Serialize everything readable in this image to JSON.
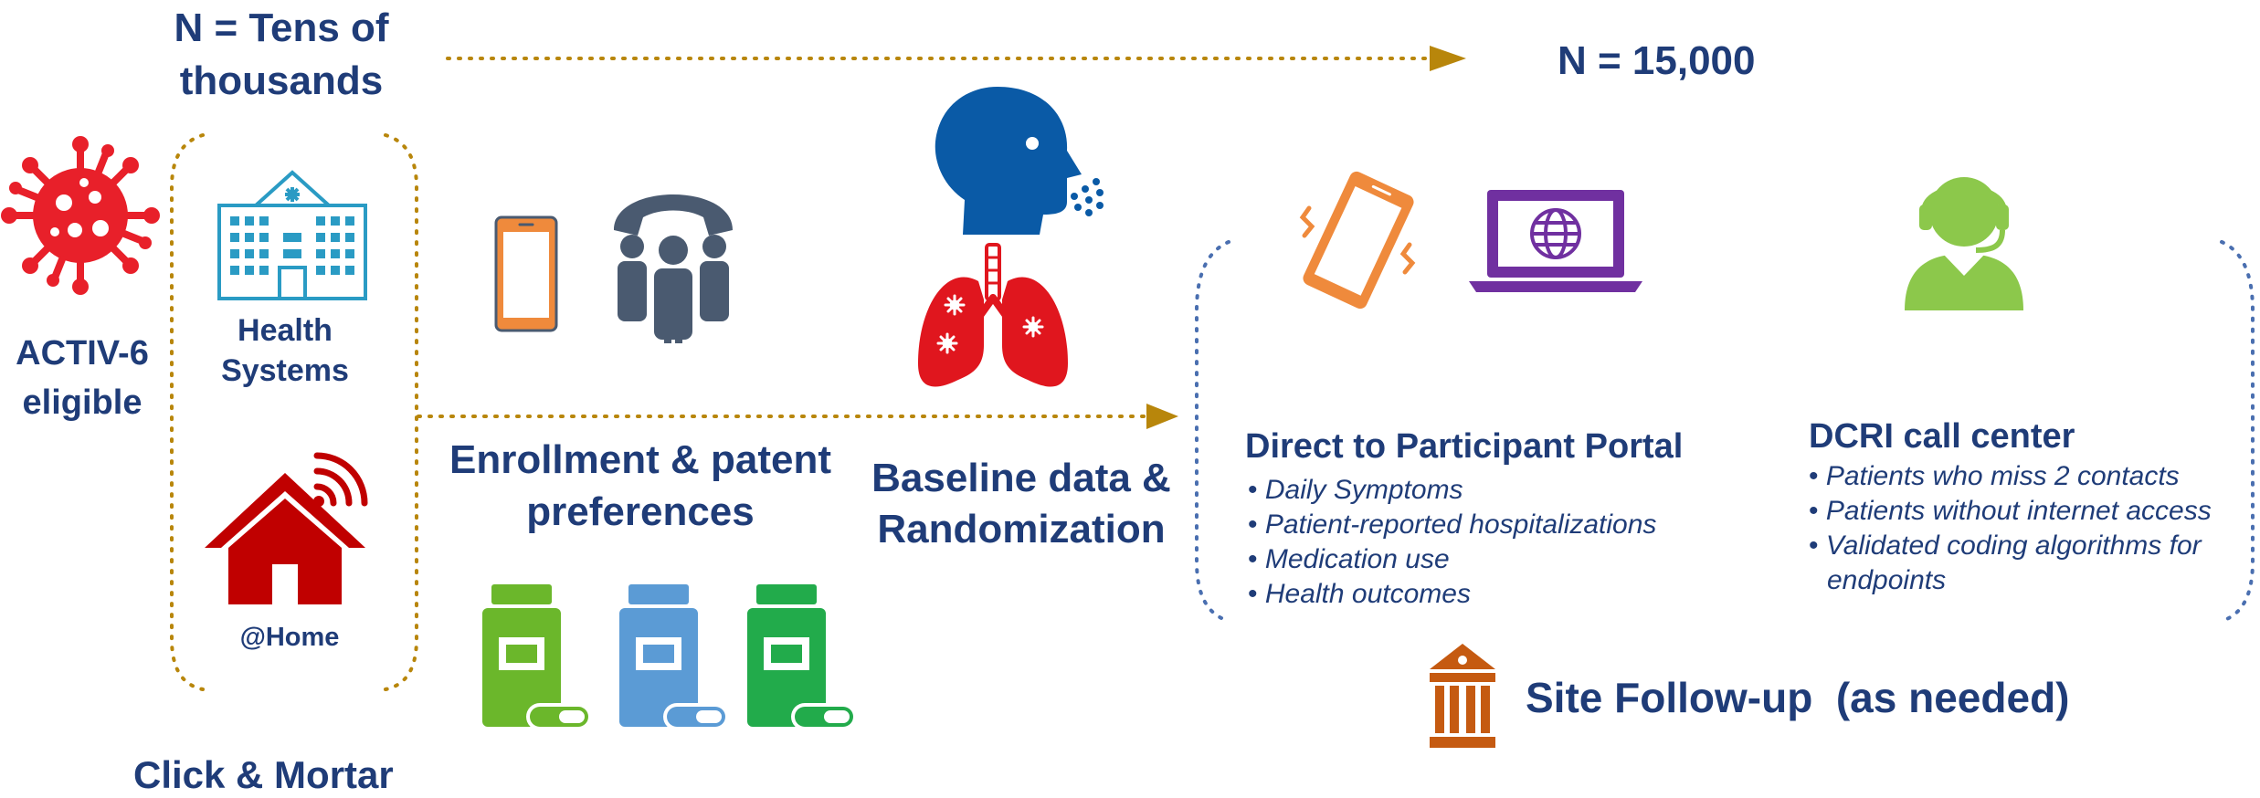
{
  "top": {
    "n_left": "N = Tens of thousands",
    "n_right": "N = 15,000"
  },
  "left": {
    "eligible": "ACTIV-6 eligible",
    "health_systems": "Health Systems",
    "home": "@Home",
    "click_mortar": "Click & Mortar"
  },
  "middle": {
    "enrollment": "Enrollment & patent preferences",
    "baseline": "Baseline data & Randomization"
  },
  "portal": {
    "title": "Direct to Participant Portal",
    "items": [
      "Daily Symptoms",
      "Patient-reported hospitalizations",
      "Medication use",
      "Health outcomes"
    ]
  },
  "call_center": {
    "title": "DCRI call center",
    "items": [
      "Patients who miss 2 contacts",
      "Patients without internet access",
      "Validated coding algorithms for endpoints"
    ]
  },
  "site": {
    "label": "Site Follow-up  (as needed)"
  },
  "colors": {
    "navy": "#1f3c78",
    "virus_red": "#e8202a",
    "hospital_teal": "#2a9bc4",
    "home_red": "#c00000",
    "phone_orange": "#ef8a3c",
    "dark_slate": "#4a5a70",
    "head_blue": "#0a5aa6",
    "lung_red": "#e0161e",
    "laptop_purple": "#7030a0",
    "agent_green": "#8cc84b",
    "bottle_green": "#6bb72b",
    "bottle_blue": "#5b9bd5",
    "bottle_dark_green": "#22ab4b",
    "arrow_gold": "#b8860b",
    "bracket_blue": "#4a6fb0",
    "temple_orange": "#c55a11"
  },
  "icons": [
    "virus-icon",
    "hospital-icon",
    "home-wifi-icon",
    "smartphone-icon",
    "call-group-icon",
    "head-breath-icon",
    "lungs-icon",
    "vibrating-phone-icon",
    "laptop-globe-icon",
    "headset-agent-icon",
    "pill-bottle-icon",
    "site-building-icon"
  ]
}
